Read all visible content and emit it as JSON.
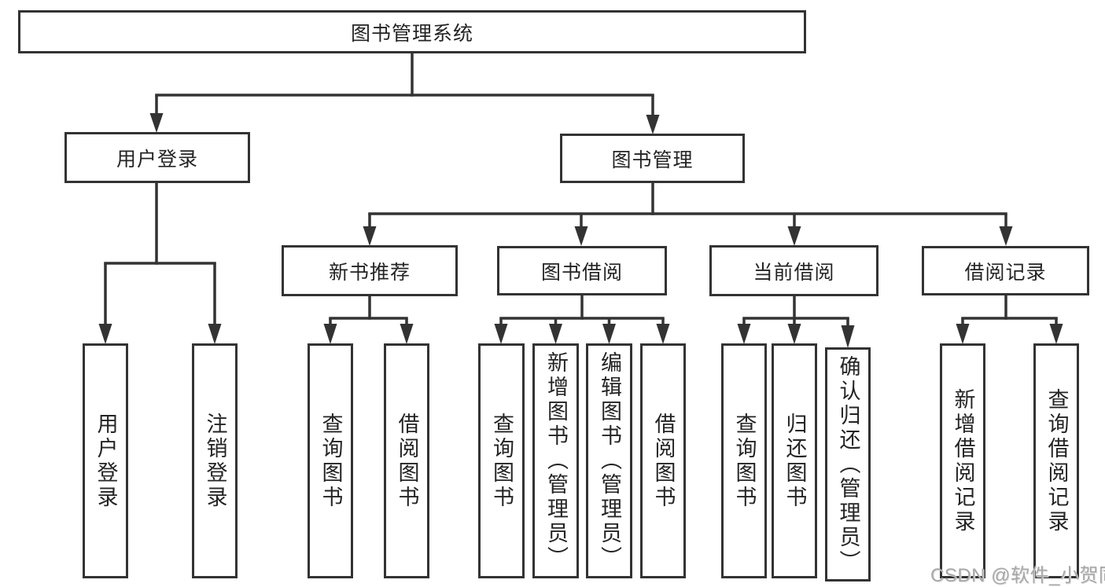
{
  "root": {
    "label": "图书管理系统"
  },
  "branches": [
    {
      "label": "用户登录",
      "children": [
        {
          "label": "用户登录"
        },
        {
          "label": "注销登录"
        }
      ]
    },
    {
      "label": "图书管理",
      "children": [
        {
          "label": "新书推荐",
          "children": [
            {
              "label": "查询图书"
            },
            {
              "label": "借阅图书"
            }
          ]
        },
        {
          "label": "图书借阅",
          "children": [
            {
              "label": "查询图书"
            },
            {
              "label": "新增图书（管理员）"
            },
            {
              "label": "编辑图书（管理员）"
            },
            {
              "label": "借阅图书"
            }
          ]
        },
        {
          "label": "当前借阅",
          "children": [
            {
              "label": "查询图书"
            },
            {
              "label": "归还图书"
            },
            {
              "label": "确认归还（管理员）"
            }
          ]
        },
        {
          "label": "借阅记录",
          "children": [
            {
              "label": "新增借阅记录"
            },
            {
              "label": "查询借阅记录"
            }
          ]
        }
      ]
    }
  ],
  "watermark": {
    "text": "CSDN @软件_小贺同学"
  },
  "colors": {
    "line": "#333333",
    "text": "#242424",
    "watermark": "#a8a8a8",
    "background": "#ffffff"
  }
}
